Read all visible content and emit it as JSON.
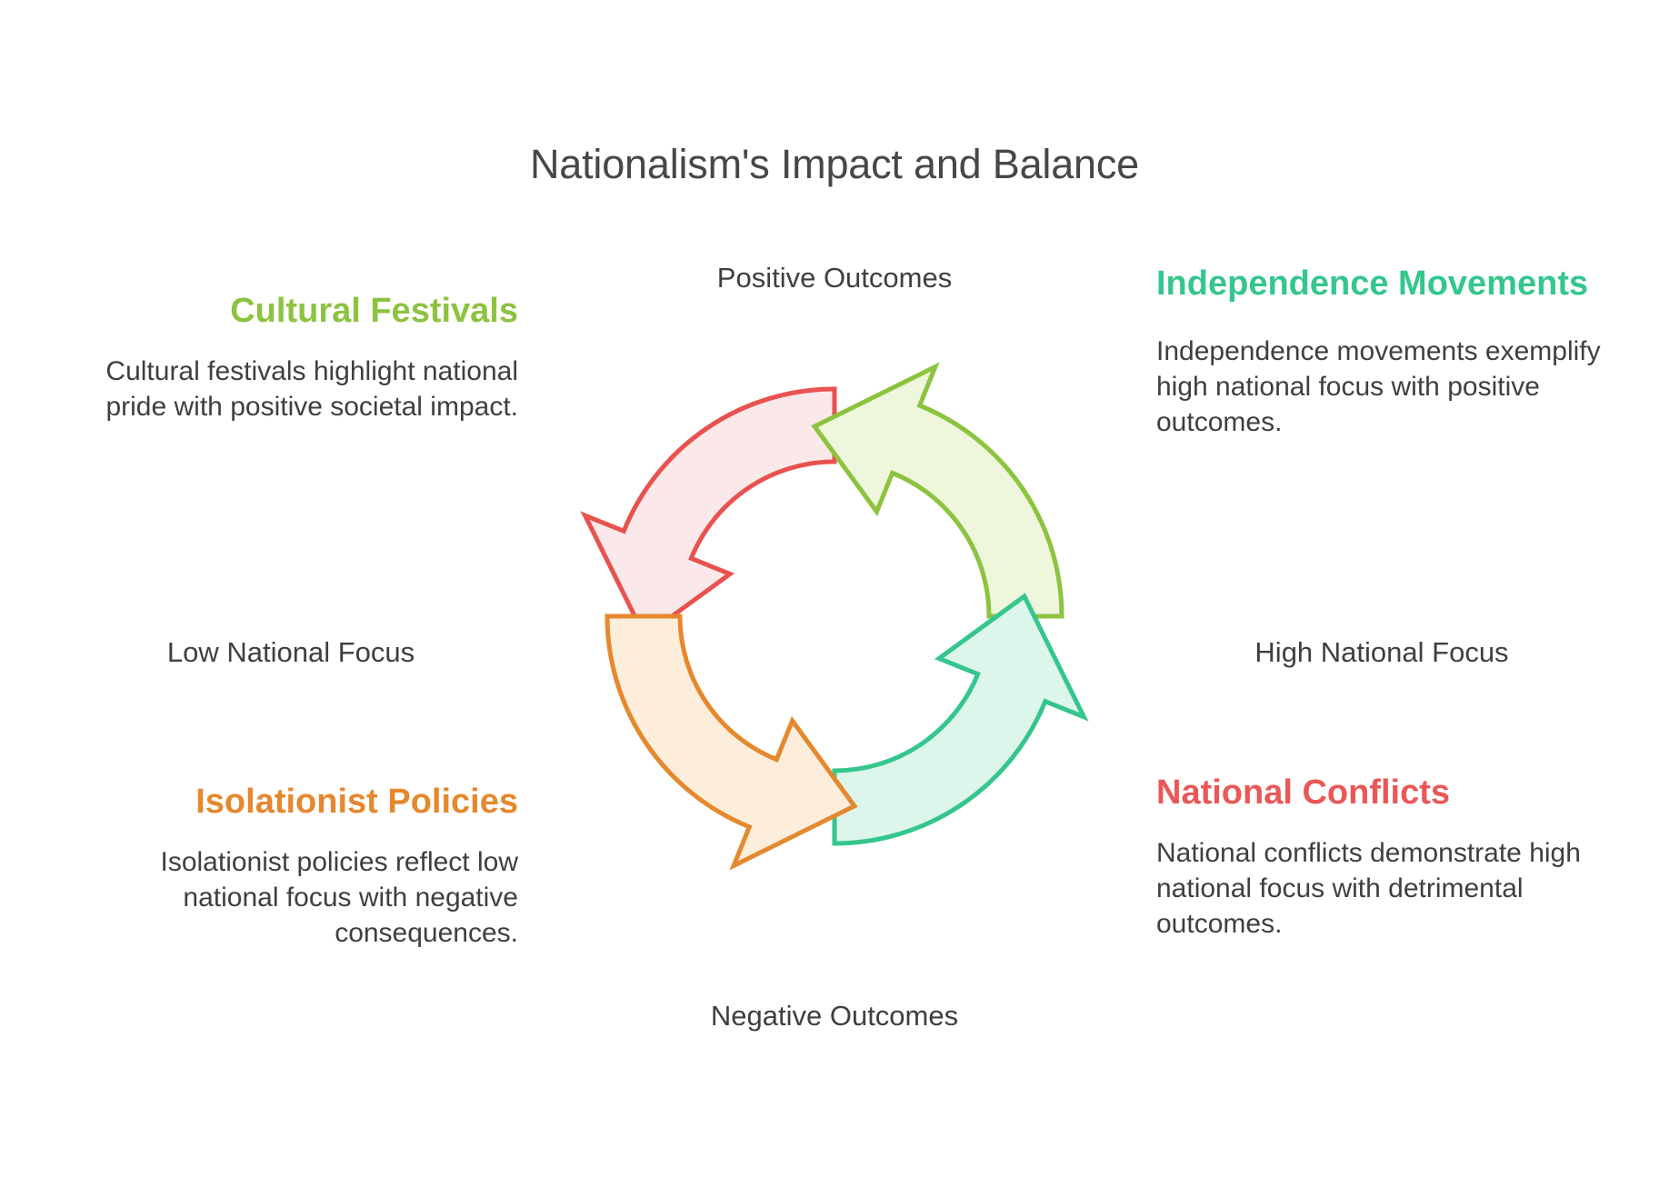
{
  "title": "Nationalism's Impact and Balance",
  "axes": {
    "top": "Positive Outcomes",
    "bottom": "Negative Outcomes",
    "left": "Low National Focus",
    "right": "High National Focus"
  },
  "quadrants": [
    {
      "key": "cultural_festivals",
      "title": "Cultural Festivals",
      "body": "Cultural festivals highlight national pride with positive societal impact.",
      "color": "#8CC33F",
      "fill": "#FBE9E9",
      "position": "top-left"
    },
    {
      "key": "independence_movements",
      "title": "Independence Movements",
      "body": "Independence movements exemplify high national focus with positive outcomes.",
      "color": "#35C68E",
      "fill": "#EEF7DC",
      "position": "top-right"
    },
    {
      "key": "isolationist_policies",
      "title": "Isolationist Policies",
      "body": "Isolationist policies reflect low national focus with negative consequences.",
      "color": "#E5882E",
      "fill": "#FDEEDC",
      "position": "bottom-left"
    },
    {
      "key": "national_conflicts",
      "title": "National Conflicts",
      "body": "National conflicts demonstrate high national focus with detrimental outcomes.",
      "color": "#EB5757",
      "fill": "#DCF6EB",
      "position": "bottom-right"
    }
  ],
  "chart_data": {
    "type": "diagram",
    "subtype": "cyclic-quadrant-arrows",
    "title": "Nationalism's Impact and Balance",
    "axis_x": {
      "low": "Low National Focus",
      "high": "High National Focus"
    },
    "axis_y": {
      "low": "Negative Outcomes",
      "high": "Positive Outcomes"
    },
    "direction": "counter-clockwise",
    "segments": [
      {
        "label": "Cultural Festivals",
        "quadrant": "top-left",
        "x": "low national focus",
        "y": "positive outcomes",
        "stroke": "#E8524F",
        "fill": "#FBE9E9",
        "start_angle_deg": 90,
        "end_angle_deg": 180
      },
      {
        "label": "Independence Movements",
        "quadrant": "top-right",
        "x": "high national focus",
        "y": "positive outcomes",
        "stroke": "#8CC33F",
        "fill": "#EEF7DC",
        "start_angle_deg": 0,
        "end_angle_deg": 90
      },
      {
        "label": "National Conflicts",
        "quadrant": "bottom-right",
        "x": "high national focus",
        "y": "negative outcomes",
        "stroke": "#35C68E",
        "fill": "#DCF6EB",
        "start_angle_deg": 270,
        "end_angle_deg": 360
      },
      {
        "label": "Isolationist Policies",
        "quadrant": "bottom-left",
        "x": "low national focus",
        "y": "negative outcomes",
        "stroke": "#E5882E",
        "fill": "#FDEEDC",
        "start_angle_deg": 180,
        "end_angle_deg": 270
      }
    ],
    "ring": {
      "outer_radius": 250,
      "inner_radius": 170,
      "arrow_overhang": 46
    }
  },
  "colors": {
    "red": "#E8524F",
    "green": "#8CC33F",
    "teal": "#35C68E",
    "orange": "#E5882E",
    "text": "#3f3f3f",
    "background": "#ffffff"
  }
}
